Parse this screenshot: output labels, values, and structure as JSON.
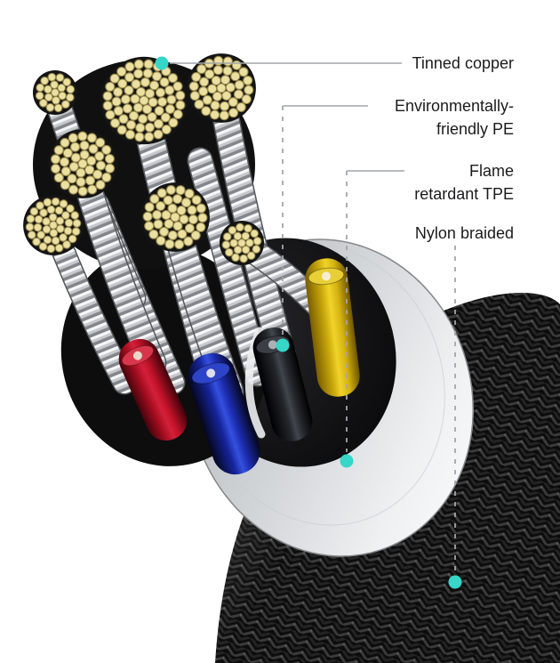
{
  "diagram": {
    "background": "#ffffff",
    "accent_color": "#36d6c8",
    "callouts": [
      {
        "id": "tinned-copper",
        "label": "Tinned copper"
      },
      {
        "id": "environmentally-friendly-pe",
        "label": "Environmentally-friendly PE"
      },
      {
        "id": "flame-retardant-tpe",
        "label": "Flame retardant TPE"
      },
      {
        "id": "nylon-braided",
        "label": "Nylon braided"
      }
    ],
    "colors": {
      "copper_strands": "#ebe0a0",
      "wire_red": "#c01228",
      "wire_blue": "#1b2cae",
      "wire_black": "#1b1d20",
      "wire_yellow": "#e8c81c",
      "tpe_jacket_silver": "#d6d9dc",
      "nylon_braid_black": "#121212"
    }
  }
}
